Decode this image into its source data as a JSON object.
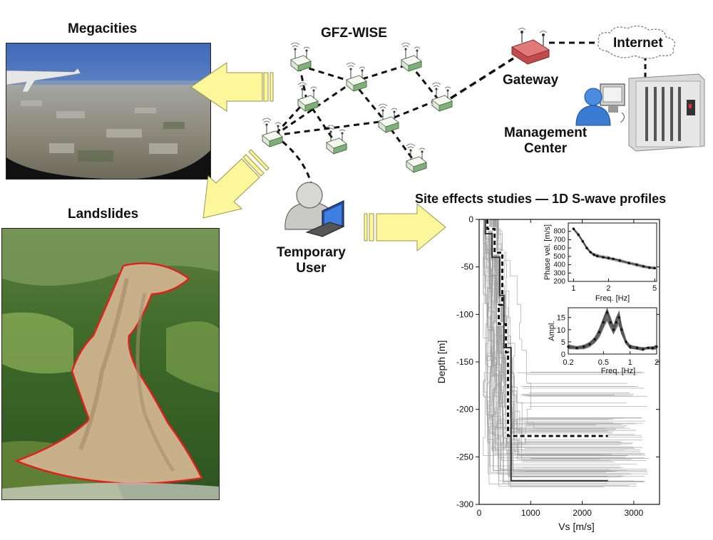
{
  "labels": {
    "megacities": "Megacities",
    "network": "GFZ-WISE",
    "internet": "Internet",
    "gateway": "Gateway",
    "management_line1": "Management",
    "management_line2": "Center",
    "landslides": "Landslides",
    "temporary_line1": "Temporary",
    "temporary_line2": "User",
    "site_effects": "Site effects studies — 1D S-wave profiles"
  },
  "colors": {
    "arrow_fill": "#fbf79a",
    "arrow_stroke": "#9a9550",
    "landslide_outline": "#e0201c",
    "profile_gray": "#9c9c9c",
    "gateway_red": "#c24a4a"
  },
  "icons": {
    "node": "wireless-node-icon",
    "gateway": "router-icon",
    "cloud": "cloud-icon",
    "server": "server-rack-icon",
    "user": "user-at-computer-icon",
    "temp_user": "user-with-laptop-icon"
  },
  "chart_data": [
    {
      "type": "line",
      "xlabel": "Vs [m/s]",
      "ylabel": "Depth [m]",
      "xlim": [
        0,
        3500
      ],
      "ylim": [
        -300,
        0
      ],
      "x_ticks": [
        "0",
        "1000",
        "2000",
        "3000"
      ],
      "y_ticks": [
        "0",
        "-50",
        "-100",
        "-150",
        "-200",
        "-250",
        "-300"
      ],
      "series": [
        {
          "style": "dashed",
          "points": [
            [
              160,
              0
            ],
            [
              160,
              -10
            ],
            [
              300,
              -10
            ],
            [
              300,
              -35
            ],
            [
              450,
              -35
            ],
            [
              450,
              -90
            ],
            [
              380,
              -90
            ],
            [
              380,
              -110
            ],
            [
              520,
              -110
            ],
            [
              520,
              -140
            ],
            [
              560,
              -140
            ],
            [
              560,
              -228
            ],
            [
              2500,
              -228
            ]
          ]
        },
        {
          "style": "solid",
          "points": [
            [
              120,
              0
            ],
            [
              120,
              -15
            ],
            [
              250,
              -15
            ],
            [
              250,
              -40
            ],
            [
              400,
              -40
            ],
            [
              400,
              -80
            ],
            [
              480,
              -80
            ],
            [
              480,
              -135
            ],
            [
              620,
              -135
            ],
            [
              620,
              -275
            ],
            [
              2500,
              -275
            ]
          ]
        }
      ]
    },
    {
      "type": "scatter",
      "xlabel": "Freq. [Hz]",
      "ylabel": "Phase vel. [m/s]",
      "xlim": [
        0.9,
        5.2
      ],
      "ylim": [
        200,
        900
      ],
      "x_ticks": [
        "1",
        "2",
        "5"
      ],
      "y_ticks": [
        "200",
        "300",
        "400",
        "500",
        "600",
        "700",
        "800"
      ],
      "points": [
        [
          1.0,
          830
        ],
        [
          1.1,
          760
        ],
        [
          1.2,
          680
        ],
        [
          1.3,
          600
        ],
        [
          1.4,
          550
        ],
        [
          1.5,
          520
        ],
        [
          1.6,
          505
        ],
        [
          1.8,
          490
        ],
        [
          2.0,
          480
        ],
        [
          2.2,
          470
        ],
        [
          2.5,
          450
        ],
        [
          3.0,
          420
        ],
        [
          3.5,
          400
        ],
        [
          4.0,
          380
        ],
        [
          4.5,
          365
        ],
        [
          5.0,
          360
        ]
      ]
    },
    {
      "type": "scatter",
      "xlabel": "Freq. [Hz]",
      "ylabel": "Ampl.",
      "xlim": [
        0.2,
        2.0
      ],
      "ylim": [
        0,
        19
      ],
      "x_ticks": [
        "0.2",
        "0.5",
        "1",
        "2"
      ],
      "y_ticks": [
        "0",
        "5",
        "10",
        "15"
      ],
      "points": [
        [
          0.2,
          3
        ],
        [
          0.25,
          2.5
        ],
        [
          0.3,
          3
        ],
        [
          0.35,
          4
        ],
        [
          0.4,
          6
        ],
        [
          0.45,
          9
        ],
        [
          0.5,
          13
        ],
        [
          0.55,
          17
        ],
        [
          0.6,
          13
        ],
        [
          0.65,
          10
        ],
        [
          0.7,
          13
        ],
        [
          0.75,
          15
        ],
        [
          0.8,
          10
        ],
        [
          0.9,
          5
        ],
        [
          1.0,
          3
        ],
        [
          1.2,
          2.5
        ],
        [
          1.4,
          2
        ],
        [
          1.6,
          2.5
        ],
        [
          1.8,
          2.5
        ],
        [
          2.0,
          3
        ]
      ]
    }
  ]
}
